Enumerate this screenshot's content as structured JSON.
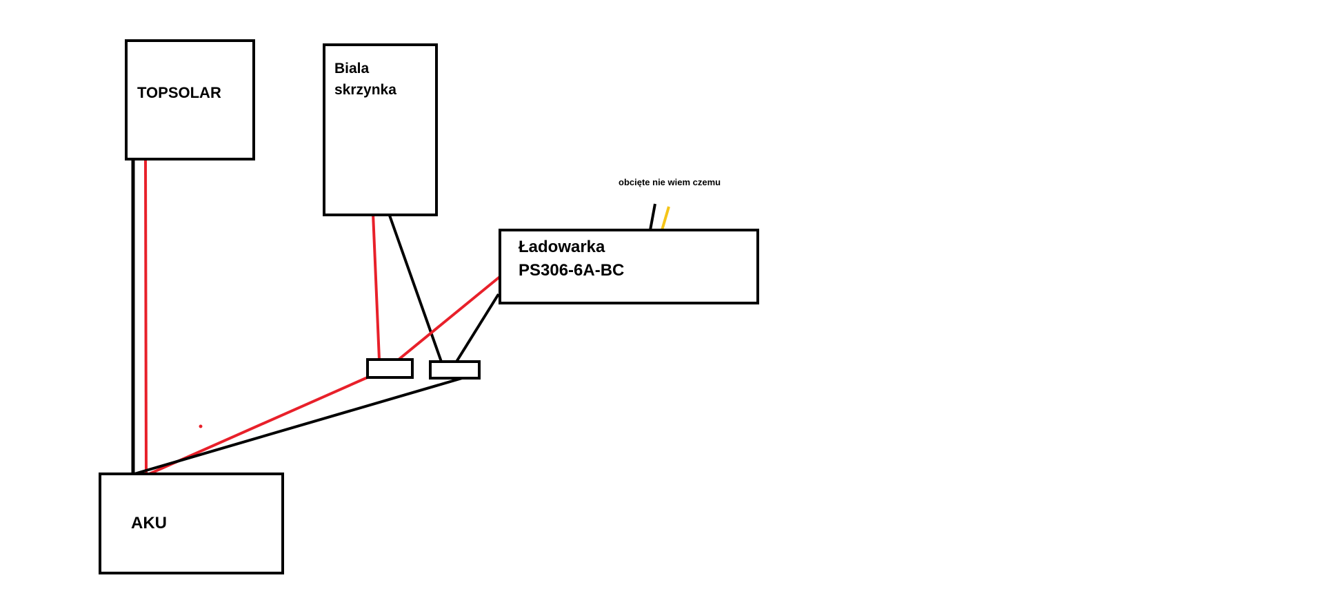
{
  "diagram": {
    "boxes": {
      "topsolar": {
        "label": "TOPSOLAR"
      },
      "biala": {
        "line1": "Biala",
        "line2": "skrzynka"
      },
      "ladowarka": {
        "line1": "Ładowarka",
        "line2": "PS306-6A-BC"
      },
      "aku": {
        "label": "AKU"
      }
    },
    "annotation": "obcięte nie wiem czemu",
    "colors": {
      "positive_wire": "#e8202a",
      "negative_wire": "#000000",
      "signal_wire": "#f5c518",
      "outline": "#000000",
      "background": "#ffffff"
    }
  }
}
